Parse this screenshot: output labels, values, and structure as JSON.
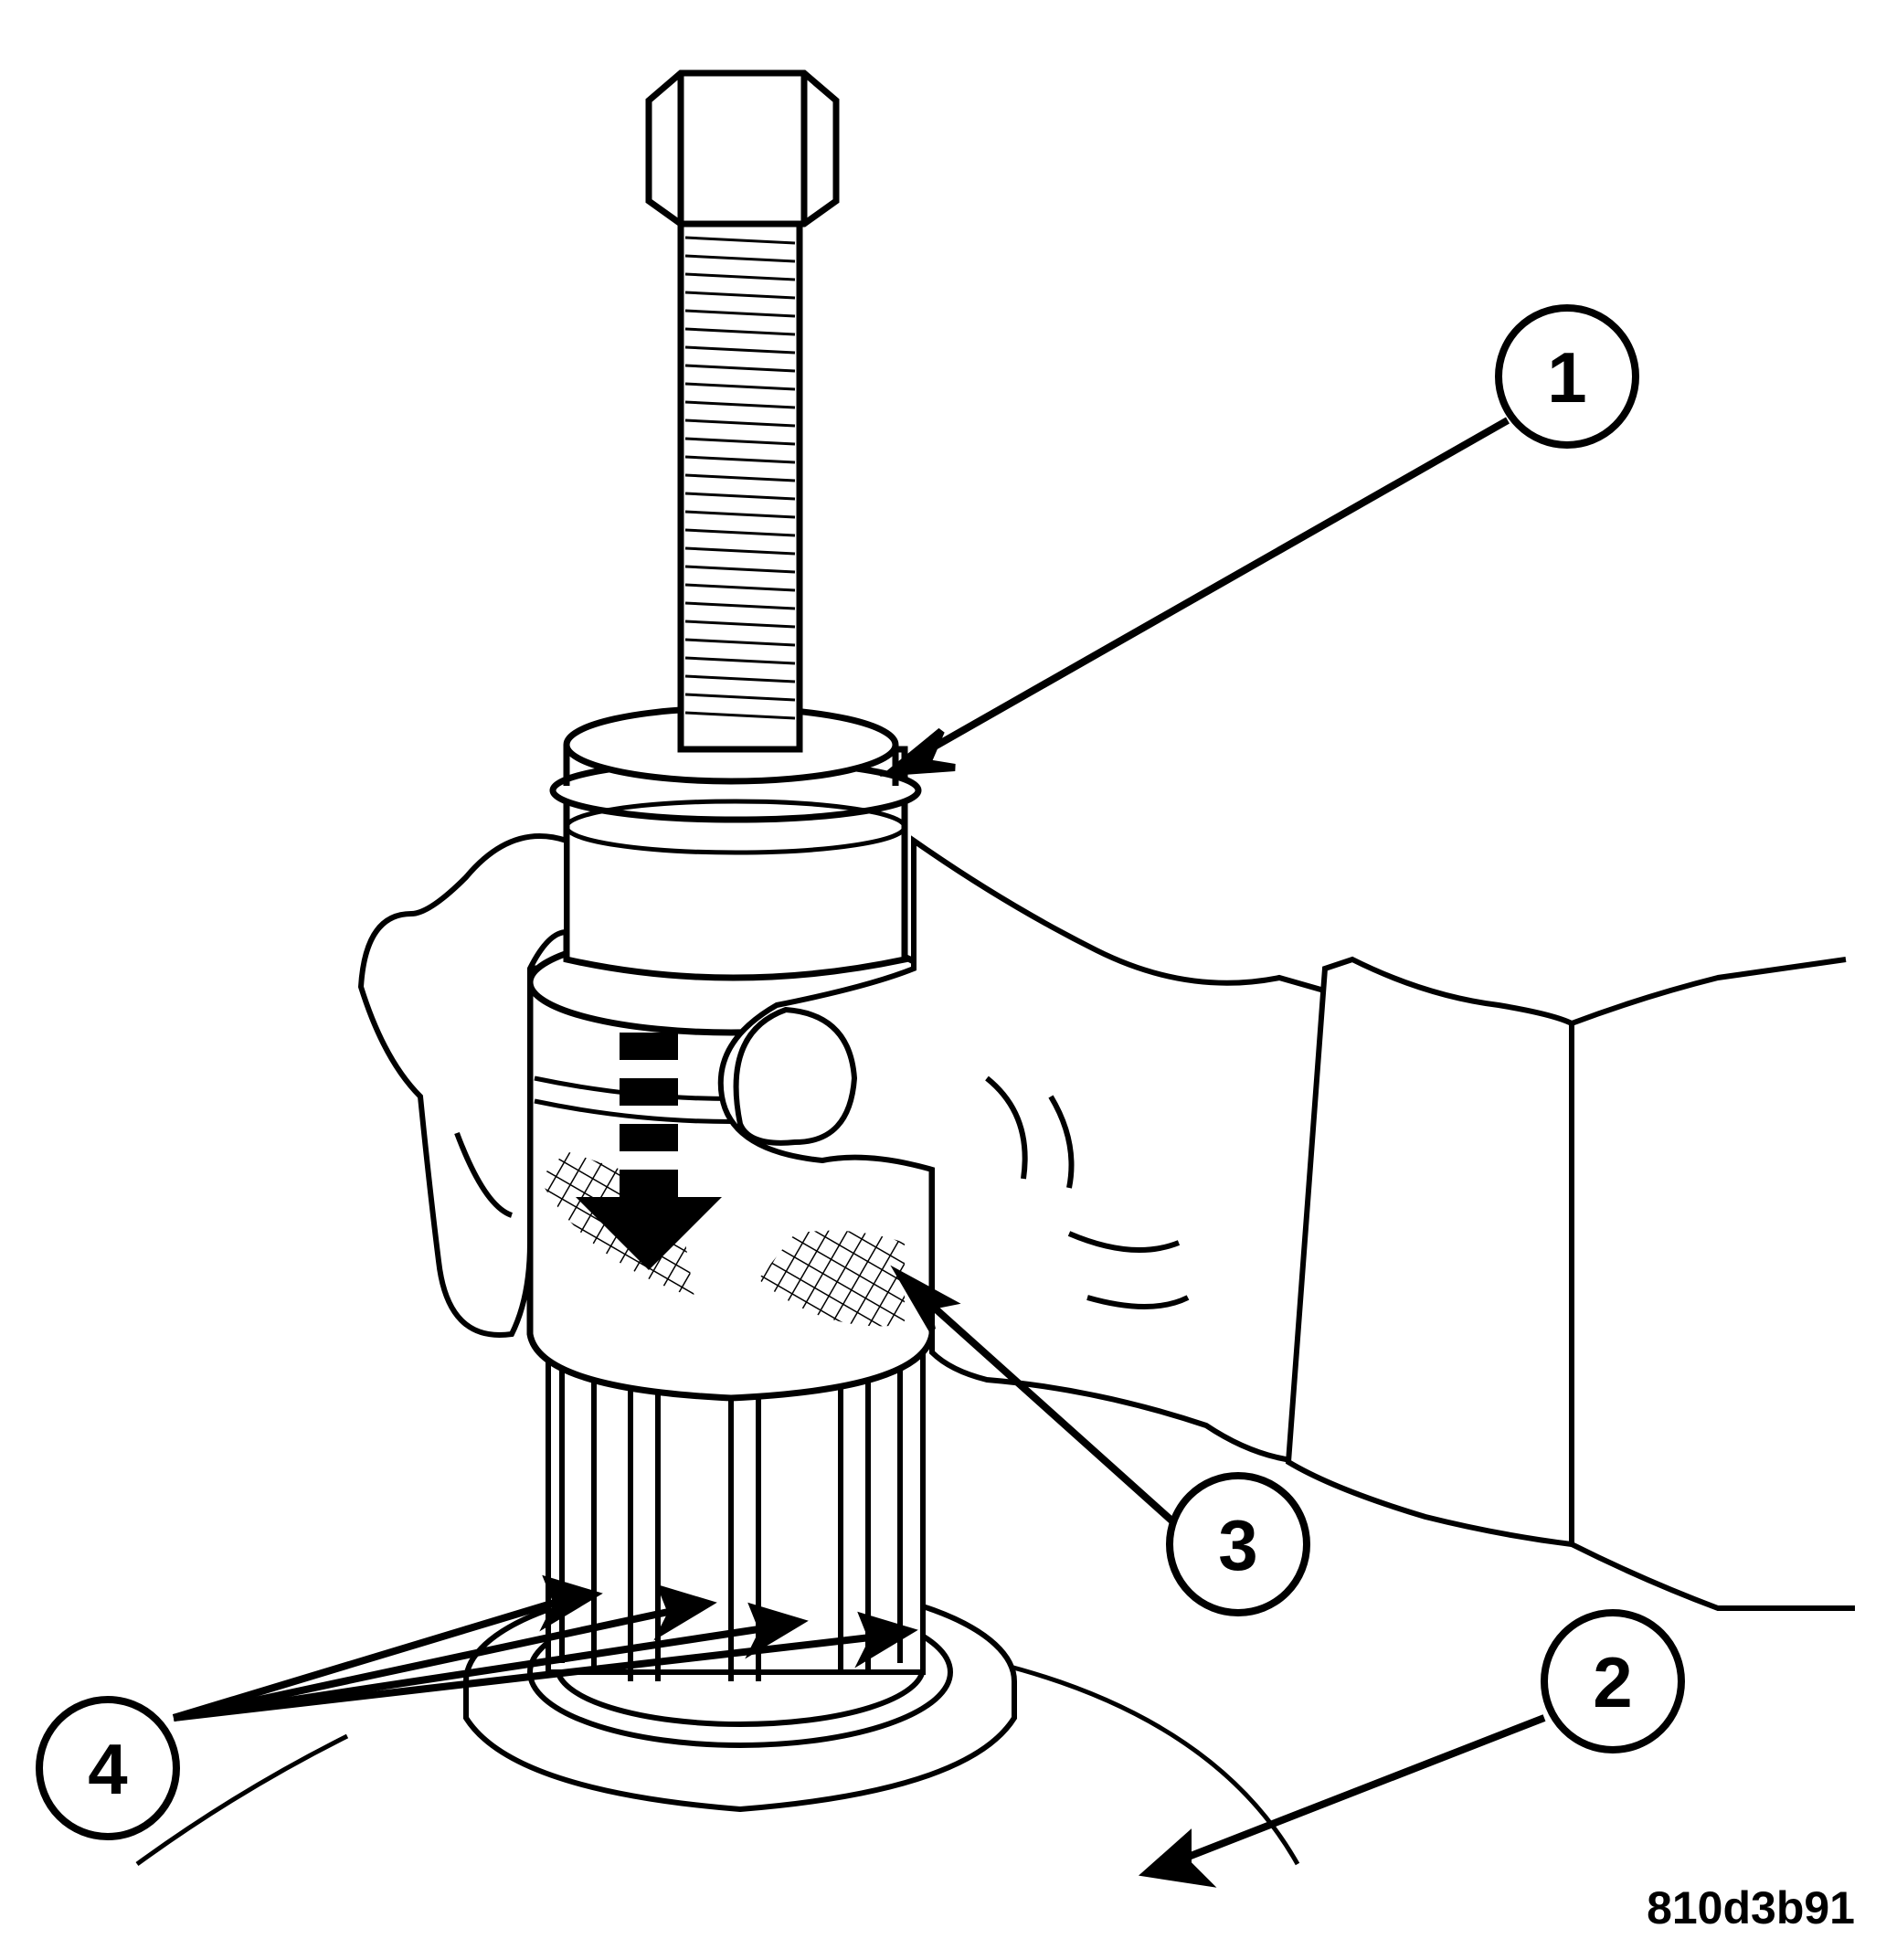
{
  "figure": {
    "id_code": "810d3b91",
    "callouts": [
      {
        "number": "1"
      },
      {
        "number": "2"
      },
      {
        "number": "3"
      },
      {
        "number": "4"
      }
    ]
  }
}
